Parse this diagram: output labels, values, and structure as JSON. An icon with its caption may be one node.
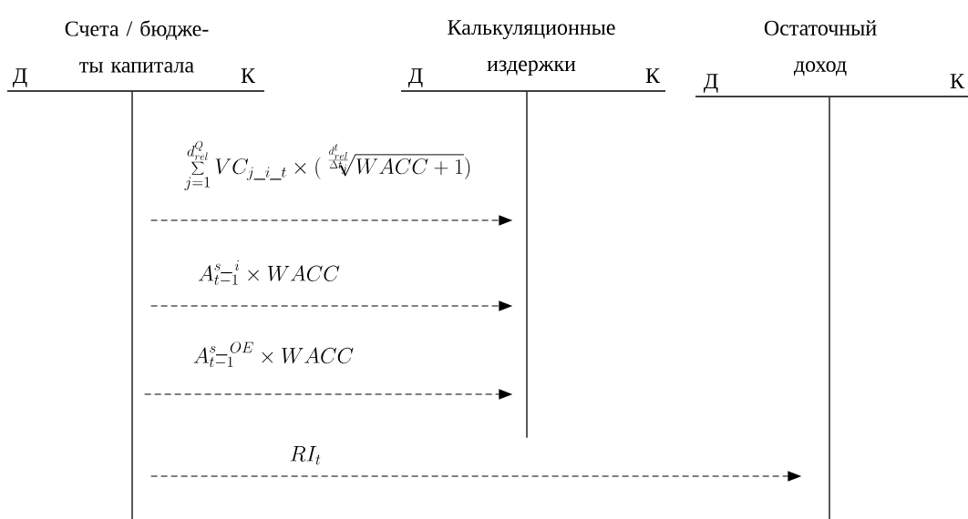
{
  "diagram": {
    "nodes": [
      {
        "text": [
          "Счета / бюдже- ты капитала",
          "Д",
          "К"
        ]
      },
      {
        "text": [
          "Калькуляционные издержки",
          "Д",
          "К"
        ]
      },
      {
        "text": [
          "Остаточный доход",
          "Д",
          "К"
        ]
      }
    ],
    "edges": [
      {
        "from": 0,
        "to": 1,
        "arrow": "to",
        "style": "dashed",
        "label": "\\sum_{j=1}^{d_{rel}^{Q}} VC_{j\\_i\\_t}\\times\\Bigl(\\sqrt[\\frac{d_{rel}^{t}}{\\Delta t_j}]{WACC+1}\\Bigr)"
      },
      {
        "from": 0,
        "to": 1,
        "arrow": "to",
        "style": "dashed",
        "label": "A_{t-1}^{s\\_\\,i}\\times WACC"
      },
      {
        "from": 0,
        "to": 1,
        "arrow": "to",
        "style": "dashed",
        "label": "A_{t-1}^{s\\_\\,OE}\\times WACC"
      },
      {
        "from": 0,
        "to": 2,
        "arrow": "to",
        "style": "dashed",
        "label": "RI_{t}"
      }
    ]
  }
}
